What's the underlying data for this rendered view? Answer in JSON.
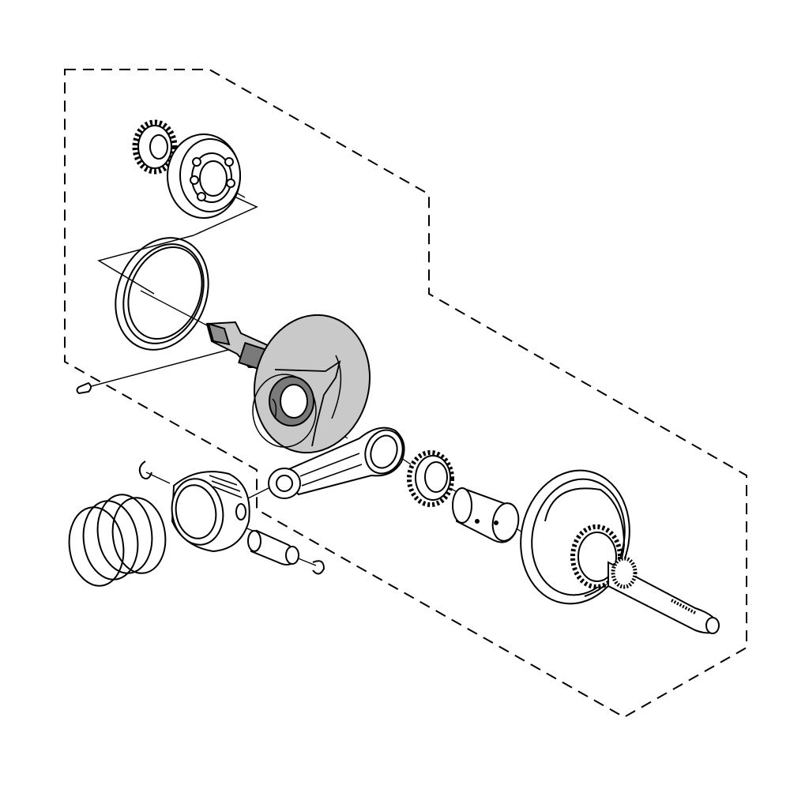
{
  "diagram": {
    "colors": {
      "line": "#000000",
      "highlight_fill": "#c9c9c9",
      "highlight_dark": "#8f8f8f",
      "background": "#ffffff"
    },
    "parts": [
      {
        "name": "drive-gear",
        "highlighted": false
      },
      {
        "name": "ball-bearing",
        "highlighted": false
      },
      {
        "name": "oil-seal",
        "highlighted": false
      },
      {
        "name": "woodruff-key",
        "highlighted": false
      },
      {
        "name": "crankshaft-left-half",
        "highlighted": true
      },
      {
        "name": "connecting-rod",
        "highlighted": false
      },
      {
        "name": "needle-bearing",
        "highlighted": false
      },
      {
        "name": "crank-pin",
        "highlighted": false
      },
      {
        "name": "crankshaft-right-half",
        "highlighted": false
      },
      {
        "name": "piston",
        "highlighted": false
      },
      {
        "name": "piston-ring-set",
        "highlighted": false
      },
      {
        "name": "piston-pin",
        "highlighted": false
      },
      {
        "name": "piston-pin-clip",
        "highlighted": false
      }
    ]
  }
}
